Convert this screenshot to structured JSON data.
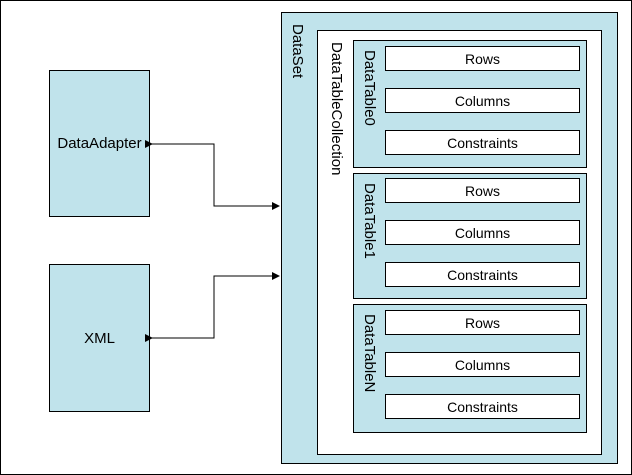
{
  "left_components": {
    "data_adapter": "DataAdapter",
    "xml": "XML"
  },
  "dataset": {
    "label": "DataSet",
    "collection": {
      "label": "DataTableCollection",
      "tables": [
        {
          "label": "DataTable0",
          "rows": "Rows",
          "columns": "Columns",
          "constraints": "Constraints"
        },
        {
          "label": "DataTable1",
          "rows": "Rows",
          "columns": "Columns",
          "constraints": "Constraints"
        },
        {
          "label": "DataTableN",
          "rows": "Rows",
          "columns": "Columns",
          "constraints": "Constraints"
        }
      ]
    }
  },
  "colors": {
    "fill": "#c0e3eb",
    "stroke": "#000000",
    "background": "#ffffff"
  }
}
